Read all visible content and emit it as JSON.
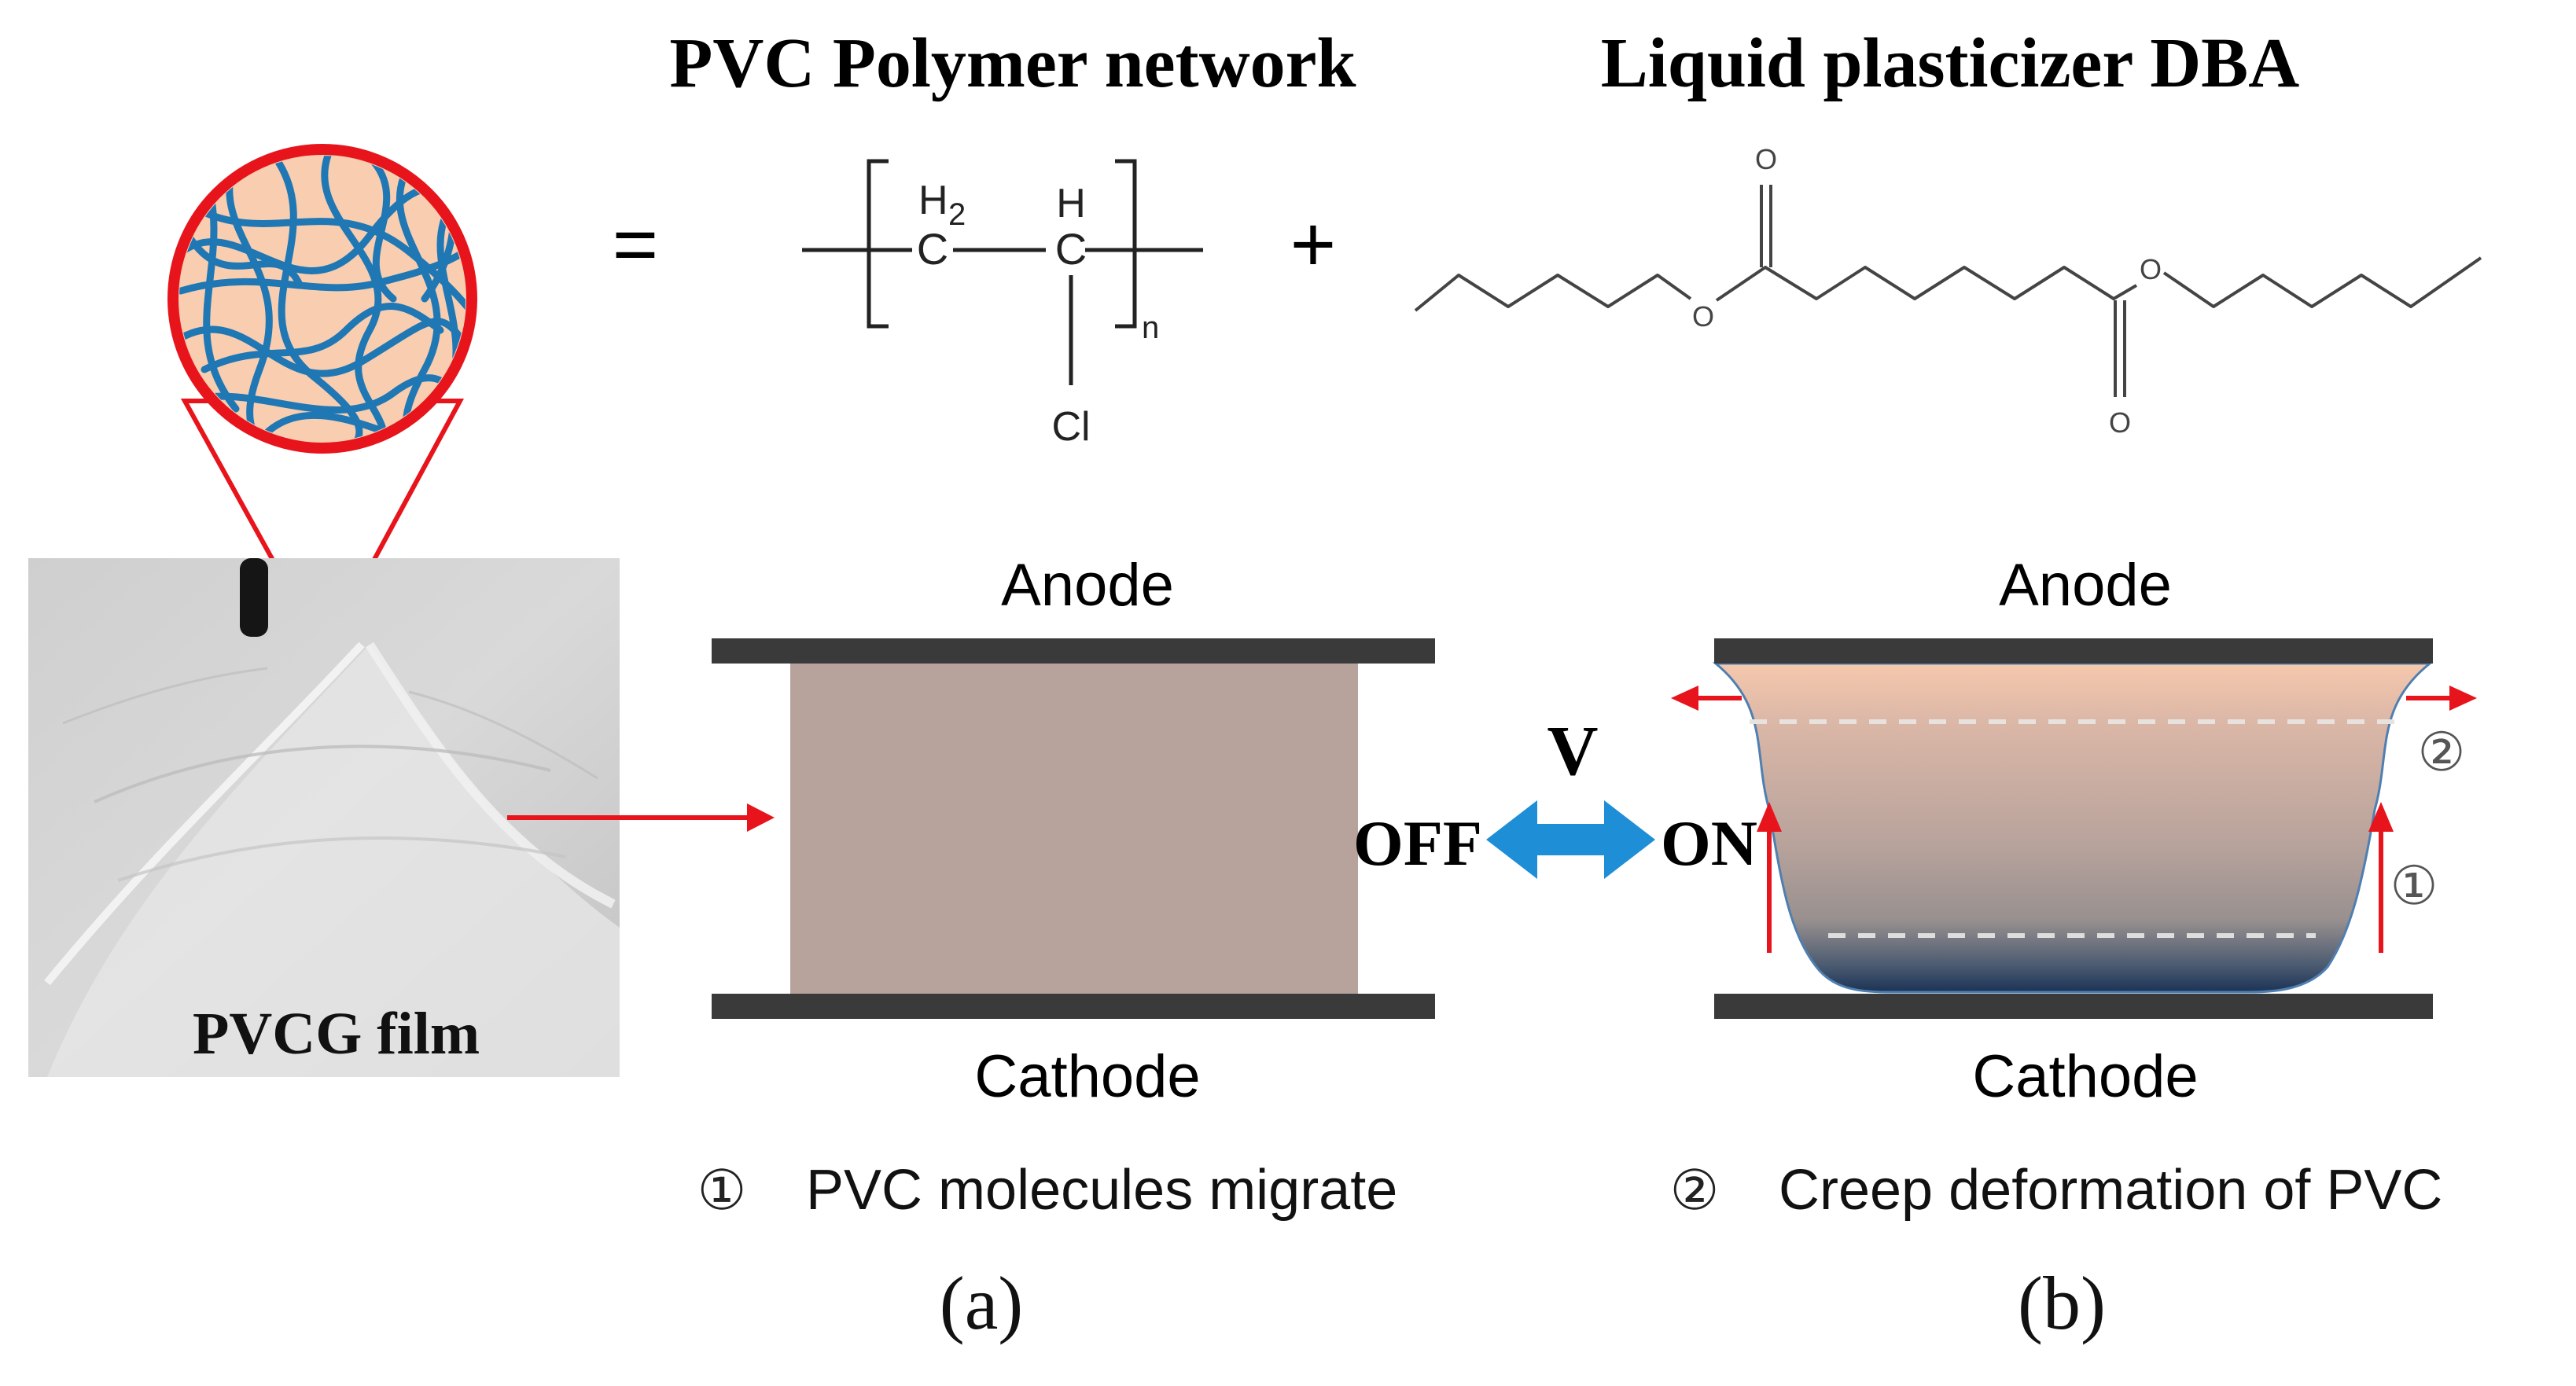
{
  "headings": {
    "pvc_network": "PVC Polymer network",
    "plasticizer": "Liquid plasticizer DBA"
  },
  "equation": {
    "equals": "=",
    "plus": "+"
  },
  "pvc_structure": {
    "h2": "H",
    "h2_sub": "2",
    "c1": "C",
    "h": "H",
    "c2": "C",
    "cl": "Cl",
    "n": "n"
  },
  "dba_structure": {
    "o_top": "O",
    "o_left": "O",
    "o_right": "O",
    "o_bottom": "O"
  },
  "photo": {
    "label": "PVCG film"
  },
  "panel_a": {
    "anode": "Anode",
    "cathode": "Cathode",
    "caption": "(a)"
  },
  "switch": {
    "voltage": "V",
    "off": "OFF",
    "on": "ON"
  },
  "panel_b": {
    "anode": "Anode",
    "cathode": "Cathode",
    "mark1": "①",
    "mark2": "②",
    "caption": "(b)"
  },
  "legend": {
    "item1_mark": "①",
    "item1_text": "PVC molecules migrate",
    "item2_mark": "②",
    "item2_text": "Creep deformation of PVC"
  },
  "colors": {
    "red": "#e8141c",
    "fiber_blue": "#1f77b4",
    "circle_fill": "#f8cdb0",
    "gel_fill": "#b8a39c",
    "electrode": "#3a3a3a",
    "double_arrow": "#1e8fd6"
  }
}
